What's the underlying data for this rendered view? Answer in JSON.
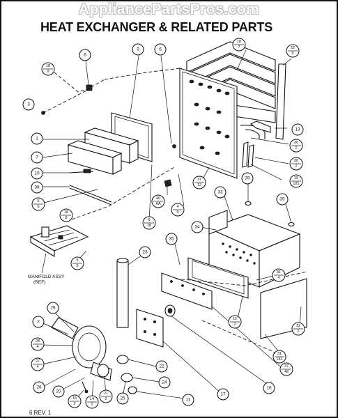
{
  "watermark": "AppliancePartsPros.com",
  "title": "HEAT EXCHANGER & RELATED PARTS",
  "footer": "6 REV. 1",
  "manifold_note": {
    "line1": "MANIFOLD ASSY",
    "line2": "(REF)"
  },
  "callouts": {
    "c18_9": {
      "top": "18",
      "bottom": "9"
    },
    "c6a": {
      "label": "6"
    },
    "c3": {
      "label": "3"
    },
    "c9": {
      "label": "9"
    },
    "c6b": {
      "label": "6"
    },
    "c18_7": {
      "top": "18",
      "bottom": "7"
    },
    "c22_5": {
      "top": "22",
      "bottom": "5"
    },
    "c1": {
      "label": "1"
    },
    "c7": {
      "label": "7"
    },
    "c13": {
      "label": "13"
    },
    "c10": {
      "label": "10"
    },
    "c38": {
      "label": "38"
    },
    "c5_6": {
      "top": "5",
      "bottom": "6"
    },
    "c18_8": {
      "top": "18",
      "bottom": "8"
    },
    "c40_aa": {
      "top": "40",
      "bottom": "AA"
    },
    "c4_9": {
      "top": "4",
      "bottom": "9"
    },
    "c6_18": {
      "top": "6",
      "bottom": "18"
    },
    "c37_12": {
      "top": "37",
      "bottom": "12"
    },
    "c33": {
      "label": "33"
    },
    "c36_2": {
      "top": "36",
      "bottom": "2"
    },
    "c30_2": {
      "top": "30",
      "bottom": "2"
    },
    "c19_181": {
      "top": "19",
      "bottom": "181"
    },
    "c39a": {
      "label": "39"
    },
    "c39b": {
      "label": "39"
    },
    "c34": {
      "label": "34"
    },
    "c35": {
      "label": "35"
    },
    "c23": {
      "label": "23"
    },
    "c5_5": {
      "top": "5",
      "bottom": "5"
    },
    "c31_4": {
      "top": "31",
      "bottom": "4"
    },
    "c12_2": {
      "top": "12",
      "bottom": "2"
    },
    "c32_2": {
      "top": "32",
      "bottom": "2"
    },
    "c31_181": {
      "top": "31",
      "bottom": "181"
    },
    "c37_48": {
      "top": "37",
      "bottom": "48"
    },
    "c26": {
      "label": "26"
    },
    "c2": {
      "label": "2"
    },
    "c28_4": {
      "top": "28",
      "bottom": "4"
    },
    "c27_4": {
      "top": "27",
      "bottom": "4"
    },
    "c22": {
      "label": "22"
    },
    "c24": {
      "label": "24"
    },
    "c16": {
      "label": "16"
    },
    "c17": {
      "label": "17"
    },
    "c11": {
      "label": "11"
    },
    "c25": {
      "label": "25"
    },
    "c21_2": {
      "top": "21",
      "bottom": "2"
    },
    "c20": {
      "label": "20"
    },
    "c15_2": {
      "top": "15",
      "bottom": "2"
    },
    "c14_2": {
      "top": "14",
      "bottom": "2"
    },
    "c26b": {
      "label": "26"
    }
  }
}
